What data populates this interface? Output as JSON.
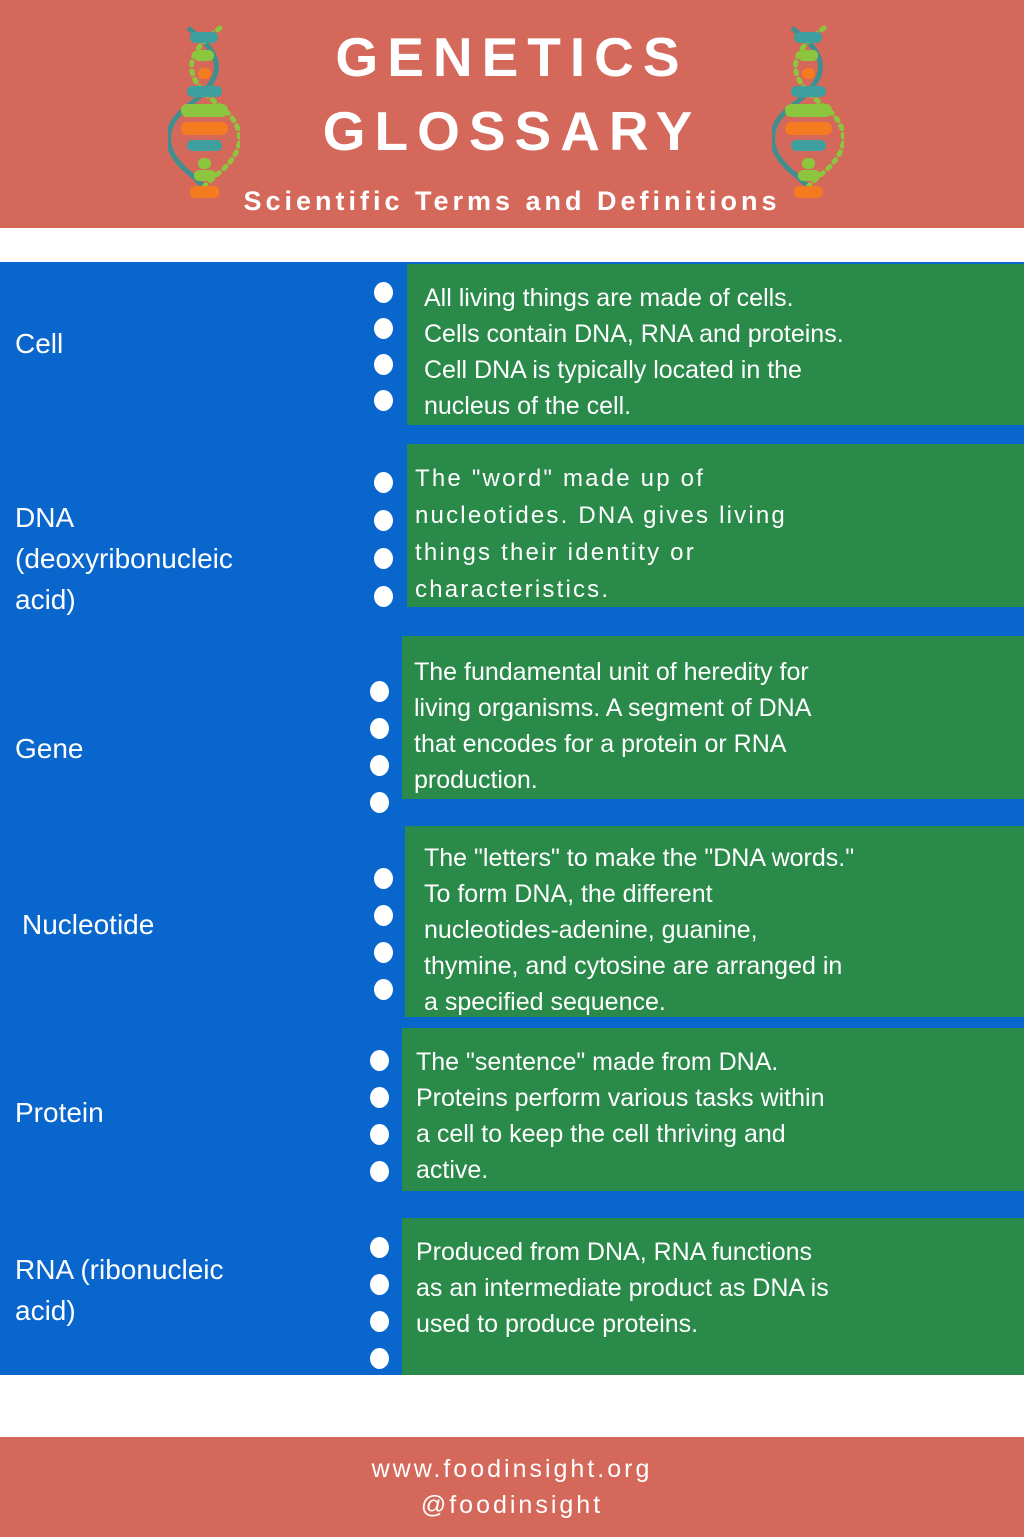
{
  "header": {
    "title_line1": "GENETICS",
    "title_line2": "GLOSSARY",
    "subtitle": "Scientific Terms and Definitions",
    "background_color": "#d4685a",
    "text_color": "#ffffff",
    "icons": {
      "left": "dna-helix-icon",
      "right": "dna-helix-icon"
    }
  },
  "theme": {
    "header_red": "#d4685a",
    "panel_blue": "#0966cc",
    "definition_green": "#2a8a4a",
    "white": "#ffffff",
    "dna_teal": "#3a9a9a",
    "dna_green": "#7ac143",
    "dna_orange": "#f47b20"
  },
  "glossary": {
    "rows": [
      {
        "term": "Cell",
        "definition": "All living things are made of cells.\nCells contain DNA, RNA and proteins.\nCell DNA is typically located in the\nnucleus of the cell.",
        "bullet_count": 4
      },
      {
        "term": "DNA\n(deoxyribonucleic\nacid)",
        "definition": "The \"word\" made up of\nnucleotides. DNA gives living\nthings their identity or\ncharacteristics.",
        "bullet_count": 4
      },
      {
        "term": "Gene",
        "definition": "The fundamental unit of heredity for\nliving organisms. A segment of DNA\nthat encodes for a protein or RNA\nproduction.",
        "bullet_count": 4
      },
      {
        "term": "Nucleotide",
        "definition": "The \"letters\" to make the \"DNA words.\"\nTo form DNA, the different\nnucleotides-adenine, guanine,\nthymine, and cytosine are arranged in\na specified sequence.",
        "bullet_count": 4
      },
      {
        "term": "Protein",
        "definition": "The \"sentence\" made from DNA.\nProteins perform various tasks within\na cell to keep the cell thriving and\nactive.",
        "bullet_count": 4
      },
      {
        "term": "RNA (ribonucleic\nacid)",
        "definition": "Produced from DNA, RNA functions\nas an intermediate product as DNA is\nused to produce proteins.",
        "bullet_count": 4
      }
    ]
  },
  "footer": {
    "website": "www.foodinsight.org",
    "handle": "@foodinsight",
    "background_color": "#d4685a"
  }
}
